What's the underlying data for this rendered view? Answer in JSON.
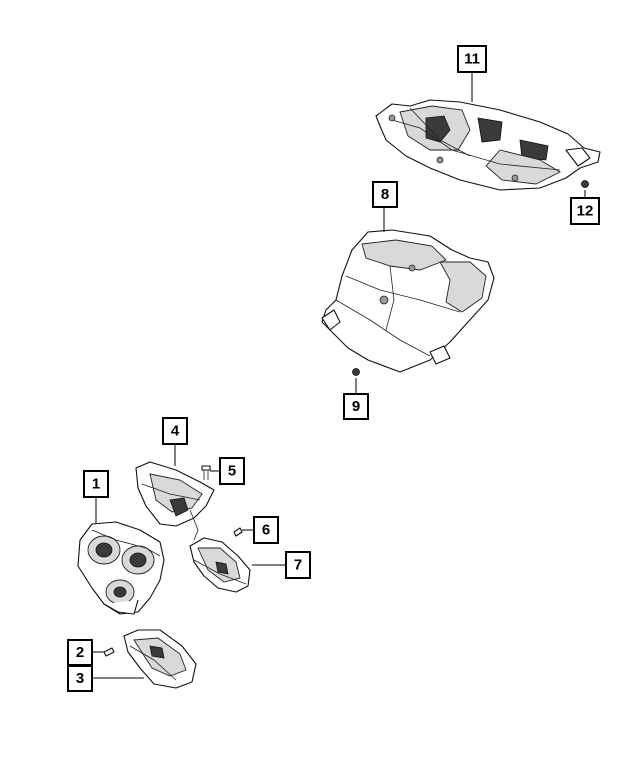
{
  "callouts": [
    {
      "id": "c1",
      "label": "1"
    },
    {
      "id": "c2",
      "label": "2"
    },
    {
      "id": "c3",
      "label": "3"
    },
    {
      "id": "c4",
      "label": "4"
    },
    {
      "id": "c5",
      "label": "5"
    },
    {
      "id": "c6",
      "label": "6"
    },
    {
      "id": "c7",
      "label": "7"
    },
    {
      "id": "c8",
      "label": "8"
    },
    {
      "id": "c9",
      "label": "9"
    },
    {
      "id": "c11",
      "label": "11"
    },
    {
      "id": "c12",
      "label": "12"
    }
  ]
}
